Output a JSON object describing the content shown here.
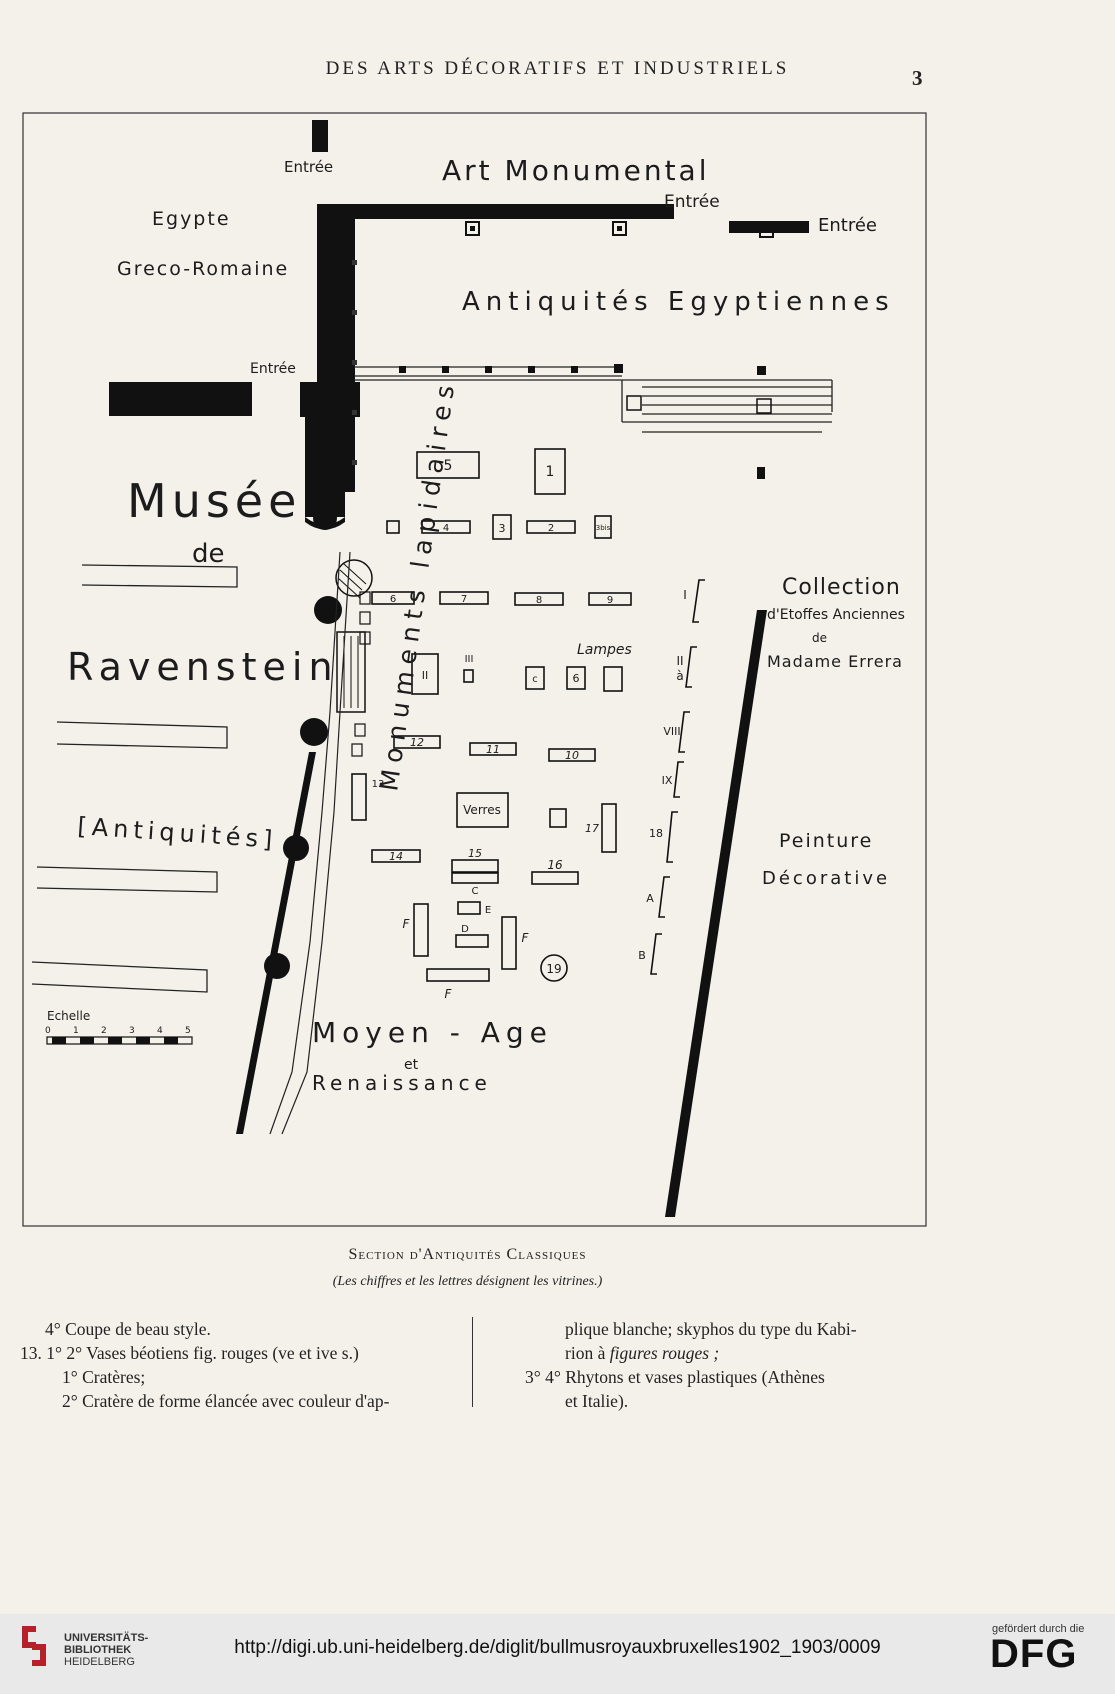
{
  "header": {
    "running_title": "DES ARTS DÉCORATIFS ET INDUSTRIELS",
    "page_number": "3"
  },
  "plan": {
    "labels": {
      "entree_top": "Entrée",
      "art_monumental": "Art Monumental",
      "entree_mid": "Entrée",
      "entree_right": "Entrée",
      "egypte": "Egypte",
      "greco_romaine": "Greco-Romaine",
      "antiquites_egyptiennes": "Antiquités Egyptiennes",
      "entree_left": "Entrée",
      "musee": "Musée",
      "de": "de",
      "ravenstein": "Ravenstein",
      "antiquites": "[Antiquités]",
      "monuments_lapidaires": "Monuments lapidaires",
      "collection": "Collection",
      "etoffes": "d'Etoffes Anciennes",
      "de_small": "de",
      "madame_errera": "Madame Errera",
      "lampes": "Lampes",
      "verres": "Verres",
      "peinture": "Peinture",
      "decorative": "Décorative",
      "moyen_age": "Moyen - Age",
      "et": "et",
      "renaissance": "Renaissance",
      "echelle": "Echelle"
    },
    "vitrines": {
      "v1": "1",
      "v2": "2",
      "v3": "3",
      "v3bis": "3bis",
      "v4": "4",
      "v5": "5",
      "v6": "6",
      "v7": "7",
      "v8": "8",
      "v9": "9",
      "v10": "10",
      "v11": "11",
      "v12": "12",
      "v13": "13",
      "v14": "14",
      "v15": "15",
      "v16": "16",
      "v17": "17",
      "v18": "18",
      "v19": "19",
      "lamp_c": "c",
      "lamp_6": "6",
      "rI": "I",
      "rII": "II",
      "rIII": "III",
      "rII_a": "II",
      "a_word": "à",
      "rVIII": "VIII",
      "rIX": "IX",
      "lA": "A",
      "lB": "B",
      "lC": "C",
      "lD": "D",
      "lE": "E",
      "lF1": "F",
      "lF2": "F",
      "lF3": "F"
    },
    "scale_ticks": [
      "0",
      "1",
      "2",
      "3",
      "4",
      "5"
    ]
  },
  "caption": {
    "title": "Section d'Antiquités Classiques",
    "subtitle": "(Les chiffres et les lettres désignent les vitrines.)"
  },
  "text": {
    "left": [
      "4° Coupe de beau style.",
      "13. 1° 2° Vases béotiens fig. rouges (ve et ive s.)",
      "1° Cratères;",
      "2° Cratère de forme élancée avec couleur d'ap-"
    ],
    "right_1": "plique blanche; skyphos du type du Kabi-",
    "right_2a": "rion à ",
    "right_2b": "figures rouges ;",
    "right_3": "3° 4° Rhytons et vases plastiques (Athènes",
    "right_4": "et Italie)."
  },
  "footer": {
    "library": [
      "UNIVERSITÄTS-",
      "BIBLIOTHEK",
      "HEIDELBERG"
    ],
    "url": "http://digi.ub.uni-heidelberg.de/diglit/bullmusroyauxbruxelles1902_1903/0009",
    "support": "gefördert durch die",
    "dfg": "DFG"
  }
}
